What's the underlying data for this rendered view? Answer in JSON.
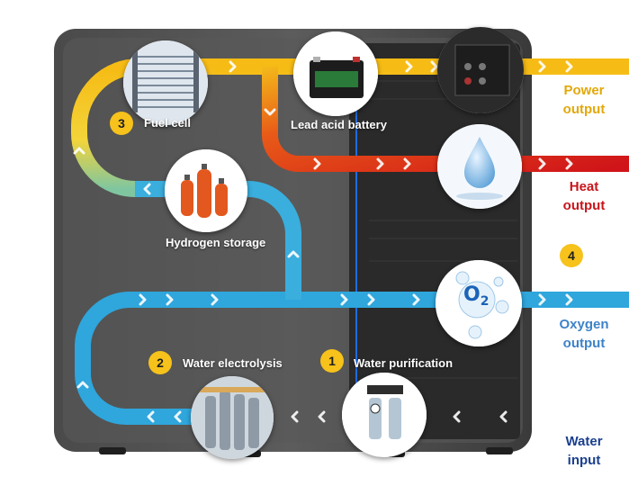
{
  "steps": {
    "fuel_cell": {
      "number": "3",
      "label": "Fuel cell"
    },
    "battery": {
      "label": "Lead acid battery"
    },
    "hydrogen": {
      "label": "Hydrogen storage"
    },
    "electrolysis": {
      "number": "2",
      "label": "Water electrolysis"
    },
    "purification": {
      "number": "1",
      "label": "Water purification"
    },
    "oxygen_step": {
      "number": "4"
    }
  },
  "outputs": {
    "power": {
      "line1": "Power",
      "line2": "output",
      "color": "#e2a80a"
    },
    "heat": {
      "line1": "Heat",
      "line2": "output",
      "color": "#c8151b"
    },
    "oxygen": {
      "line1": "Oxygen",
      "line2": "output",
      "color": "#3d83c8"
    },
    "water": {
      "line1": "Water",
      "line2": "input",
      "color": "#1a3f8e"
    }
  },
  "flow_colors": {
    "water": "#1b3d8f",
    "blue": "#2fa6dc",
    "yellow": "#f6c21b",
    "red": "#d6171e"
  },
  "oxygen_symbol": {
    "big": "O",
    "sub": "2"
  }
}
